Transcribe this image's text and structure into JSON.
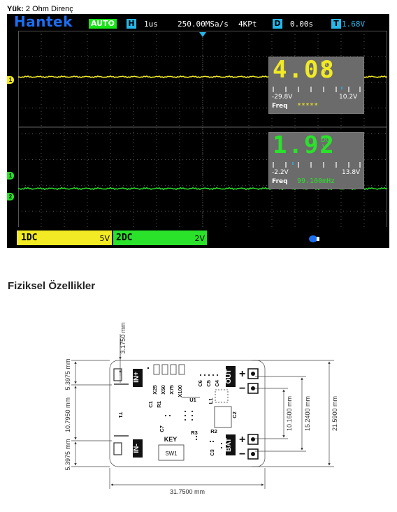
{
  "caption": {
    "label": "Yük:",
    "text": "2 Ohm Direnç"
  },
  "scope": {
    "brand": "Hantek",
    "mode": "AUTO",
    "chip_h": "H",
    "timebase": "1us",
    "sample_rate": "250.00MSa/s",
    "memory": "4KPt",
    "chip_d": "D",
    "delay": "0.00s",
    "chip_t": "T",
    "trigger_level": "1.68V",
    "ch1_marker": "1",
    "ch2_marker": "2",
    "ch1": {
      "value": "4.08",
      "coupling": "DC",
      "unit": "V",
      "min": "-29.8V",
      "max": "10.2V",
      "freq_label": "Freq",
      "freq_value": "*****",
      "color": "#f1ea24"
    },
    "ch2": {
      "value": "1.92",
      "coupling": "DC",
      "unit": "V",
      "min": "-2.2V",
      "max": "13.8V",
      "freq_label": "Freq",
      "freq_value": "99.100mHz",
      "color": "#2ae22a"
    },
    "bottom": {
      "ch1_label": "1DC",
      "ch1_scale": "5V",
      "ch2_label": "2DC",
      "ch2_scale": "2V"
    }
  },
  "section_title": "Fiziksel Özellikler",
  "board": {
    "dim_top": "3.1750 mm",
    "dim_left_top": "5.3975 mm",
    "dim_left_mid": "10.7950 mm",
    "dim_left_bottom": "5.3975 mm",
    "dim_right_inner": "10.1600 mm",
    "dim_right_mid": "15.2400 mm",
    "dim_right_outer": "21.5900 mm",
    "dim_bottom": "31.7500 mm",
    "label_in_plus": "IN+",
    "label_in_minus": "IN-",
    "label_out": "OUT",
    "label_bat": "BAT",
    "plus": "+",
    "minus": "−",
    "x25": "X25",
    "x50": "X50",
    "x75": "X75",
    "x100": "X100",
    "r1": "R1",
    "c1": "C1",
    "c4": "C4",
    "c5": "C5",
    "c6": "C6",
    "c7": "C7",
    "c2": "C2",
    "c3": "C3",
    "u1": "U1",
    "l1": "L1",
    "r2": "R2",
    "r3": "R3",
    "t1": "T1",
    "key": "KEY",
    "sw1": "SW1"
  }
}
